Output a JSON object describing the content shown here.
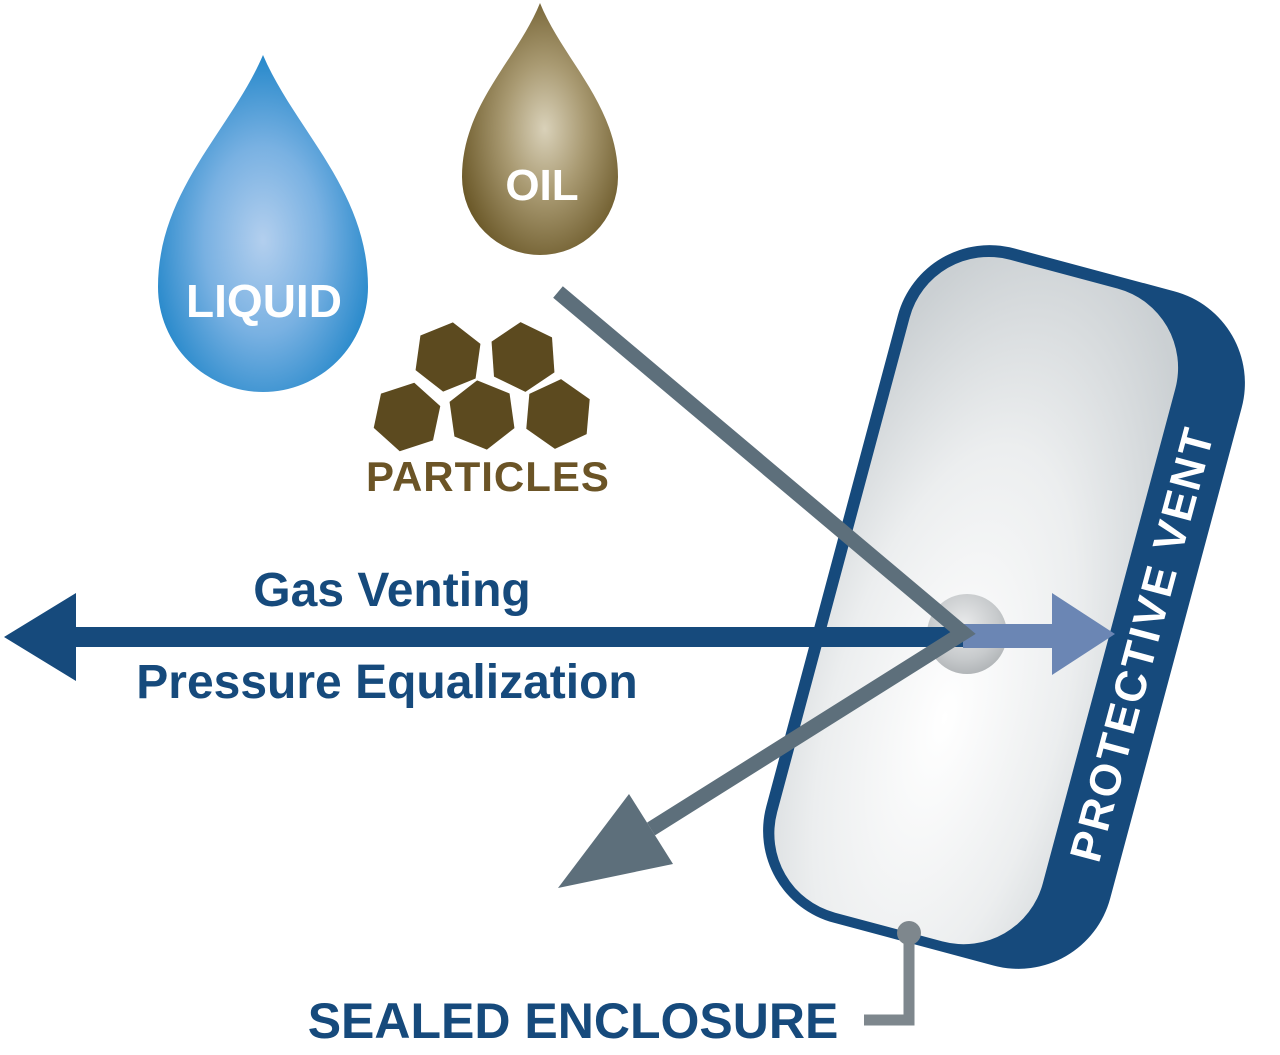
{
  "labels": {
    "liquid": "LIQUID",
    "oil": "OIL",
    "particles": "PARTICLES",
    "gas_venting": "Gas Venting",
    "pressure_equalization": "Pressure Equalization",
    "protective_vent": "PROTECTIVE VENT",
    "sealed_enclosure": "SEALED ENCLOSURE"
  },
  "colors": {
    "navy": "#164a7c",
    "slate": "#5d6f7b",
    "periwinkle": "#6b86b4",
    "callout_gray": "#7e878d",
    "liquid_edge": "#0f7dc4",
    "liquid_mid": "#79b1e2",
    "liquid_center": "#b3cfee",
    "oil_edge": "#63501f",
    "oil_mid": "#a99a72",
    "oil_center": "#d9d1b9",
    "particle": "#5c4a1f",
    "particle_text": "#6b5426",
    "face_edge": "#cbd0d3",
    "face_center": "#ffffff",
    "sphere_edge": "#a7abae",
    "sphere_center": "#e9eaeb",
    "label_white": "#ffffff"
  }
}
